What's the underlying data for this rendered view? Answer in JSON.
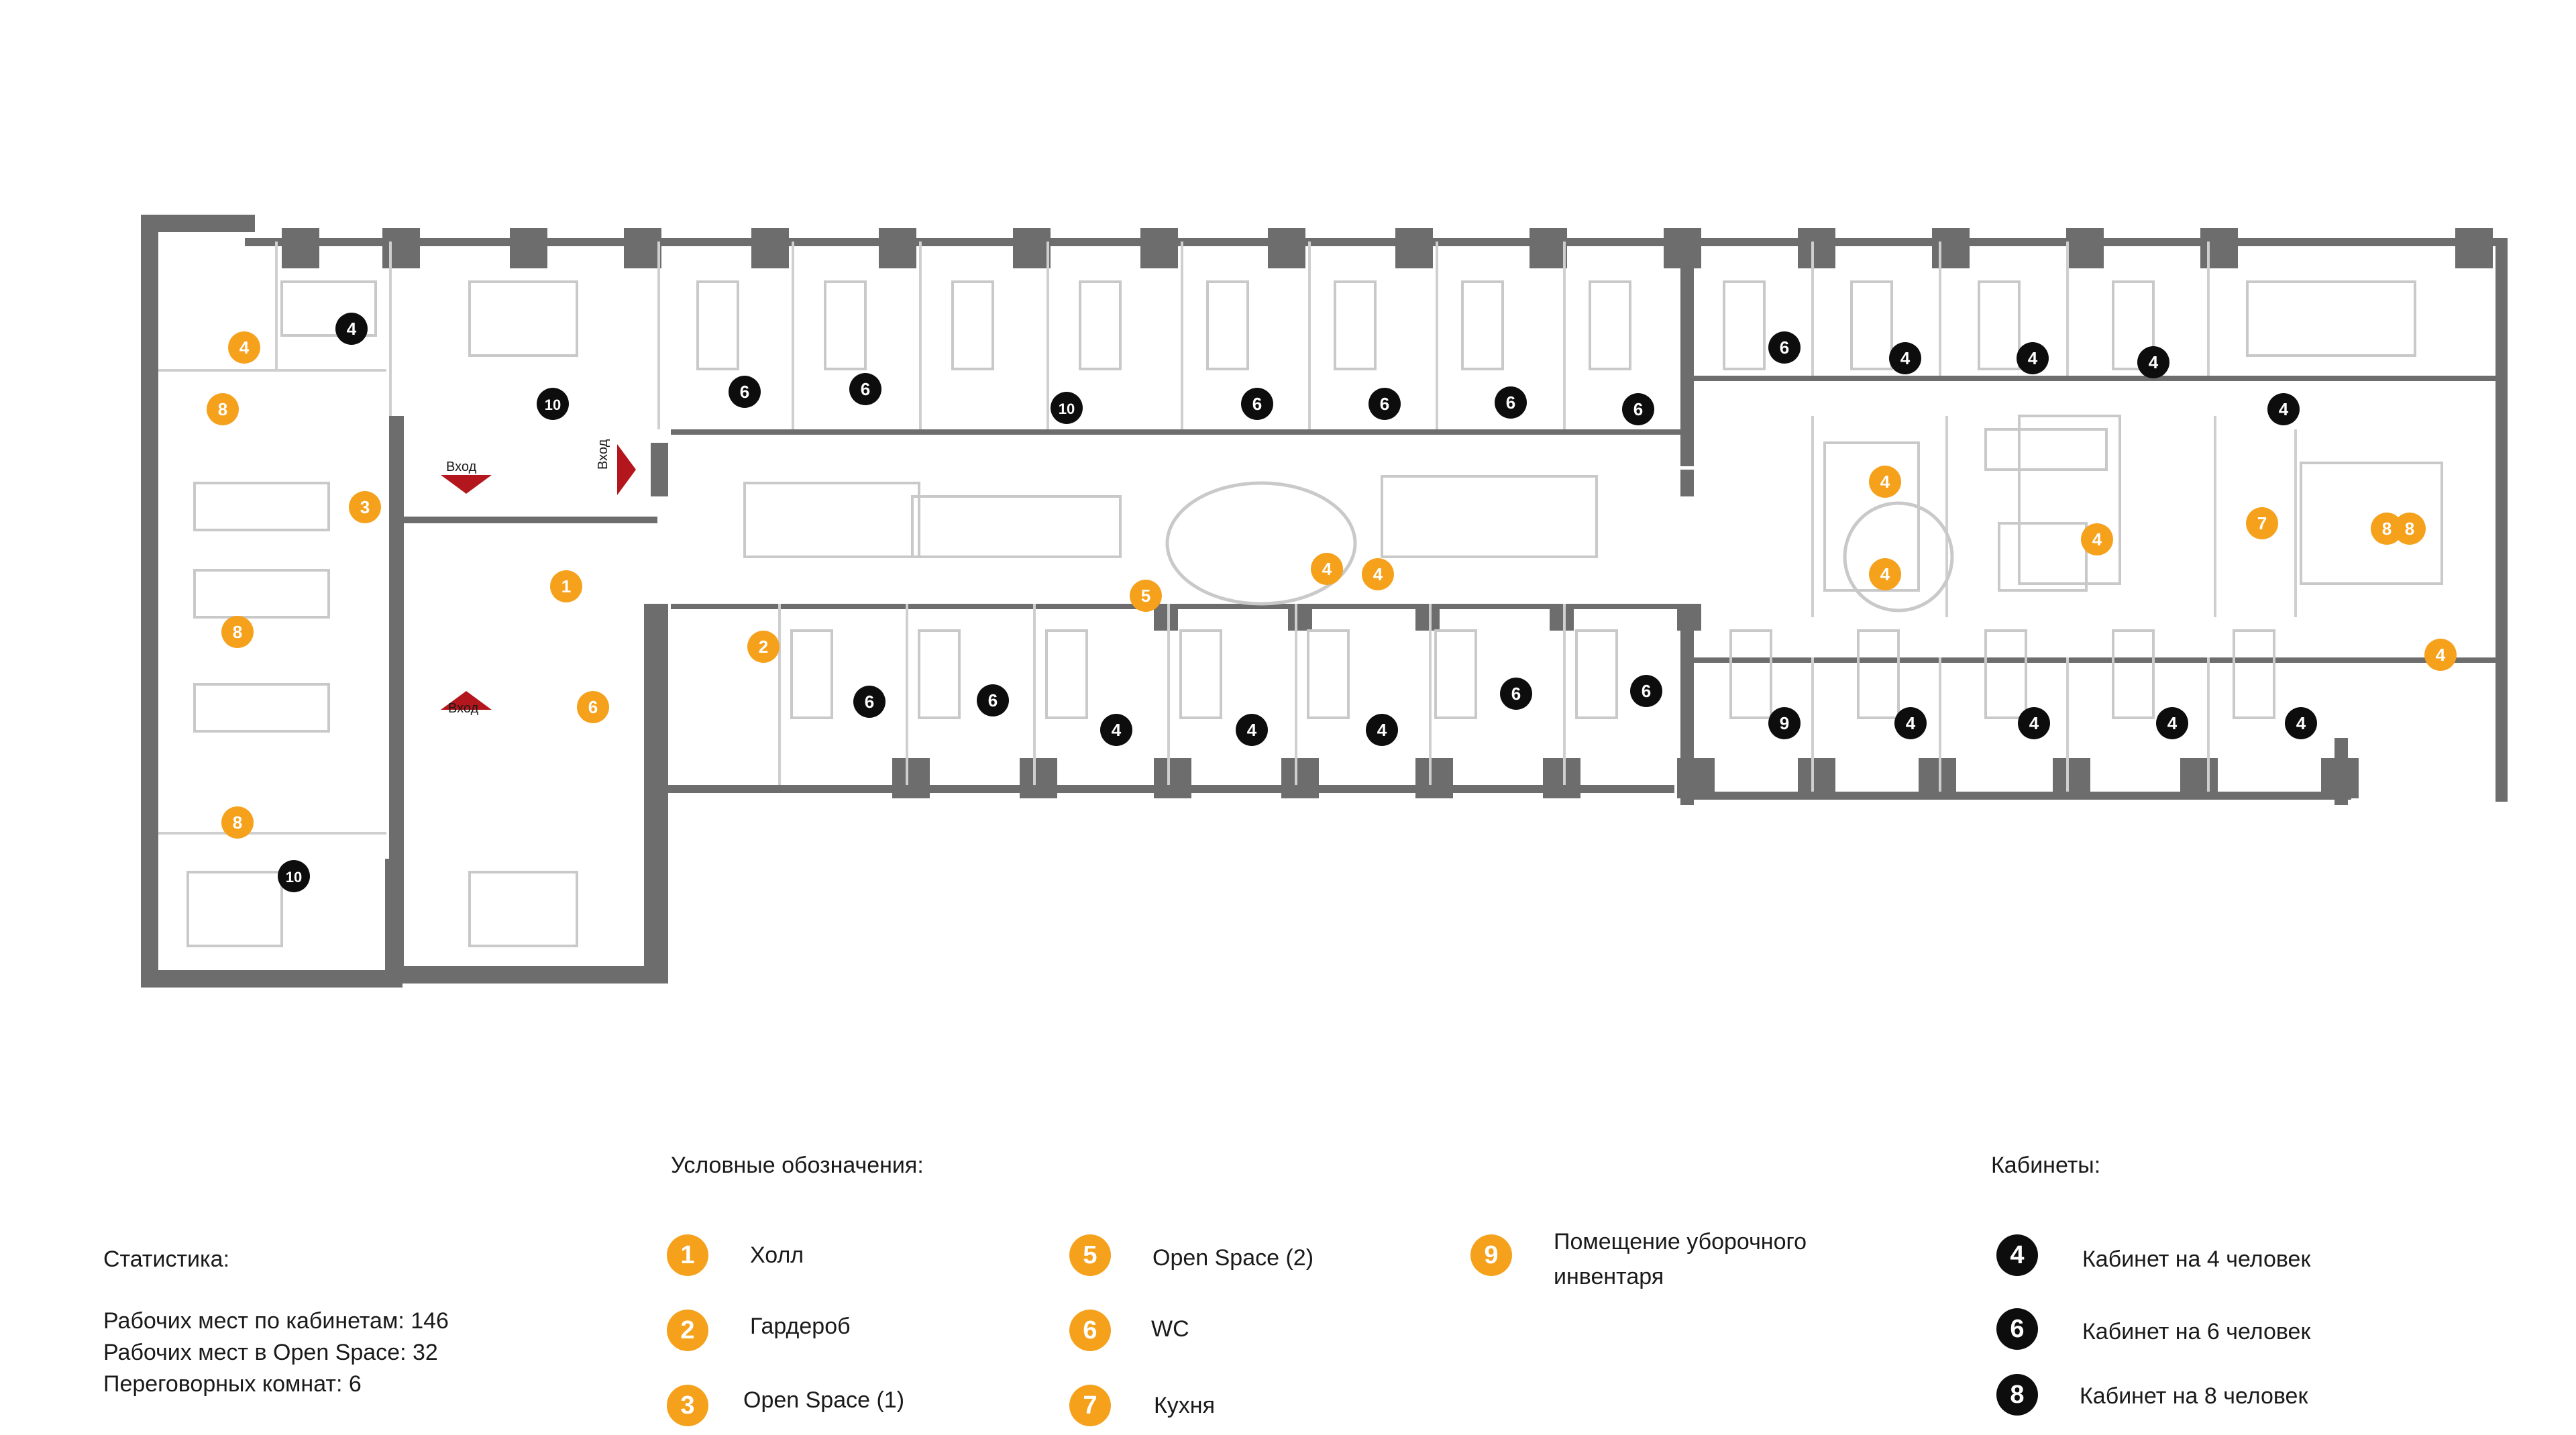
{
  "colors": {
    "wall": "#6d6d6d",
    "zone_badge": "#f5a11c",
    "cabinet_badge": "#0d0d0d",
    "entrance_arrow": "#b3161c",
    "furniture": "#c9c9c9"
  },
  "plan": {
    "entrances": [
      "Вход",
      "Вход",
      "Вход"
    ],
    "labels": [
      "4",
      "4",
      "8",
      "3",
      "8",
      "8",
      "10",
      "10",
      "1",
      "6",
      "2",
      "6",
      "6",
      "4",
      "4",
      "4",
      "6",
      "6",
      "4",
      "4",
      "5",
      "6",
      "6",
      "10",
      "6",
      "6",
      "6",
      "6",
      "6",
      "4",
      "4",
      "4",
      "4",
      "4",
      "4",
      "7",
      "8",
      "4",
      "9",
      "4",
      "4",
      "4",
      "4",
      "4",
      "8"
    ]
  },
  "legend": {
    "title": "Условные обозначения:",
    "items": [
      {
        "num": "1",
        "label": "Холл"
      },
      {
        "num": "2",
        "label": "Гардероб"
      },
      {
        "num": "3",
        "label": "Open Space (1)"
      },
      {
        "num": "5",
        "label": "Open Space (2)"
      },
      {
        "num": "6",
        "label": "WC"
      },
      {
        "num": "7",
        "label": "Кухня"
      },
      {
        "num": "9",
        "label": "Помещение уборочного инвентаря"
      }
    ]
  },
  "cabinets": {
    "title": "Кабинеты:",
    "items": [
      {
        "num": "4",
        "label": "Кабинет на 4 человек"
      },
      {
        "num": "6",
        "label": "Кабинет на 6 человек"
      },
      {
        "num": "8",
        "label": "Кабинет на 8 человек"
      }
    ]
  },
  "stats": {
    "title": "Статистика:",
    "lines": [
      "Рабочих мест по кабинетам: 146",
      "Рабочих мест в Open Space: 32",
      "Переговорных комнат: 6"
    ]
  }
}
